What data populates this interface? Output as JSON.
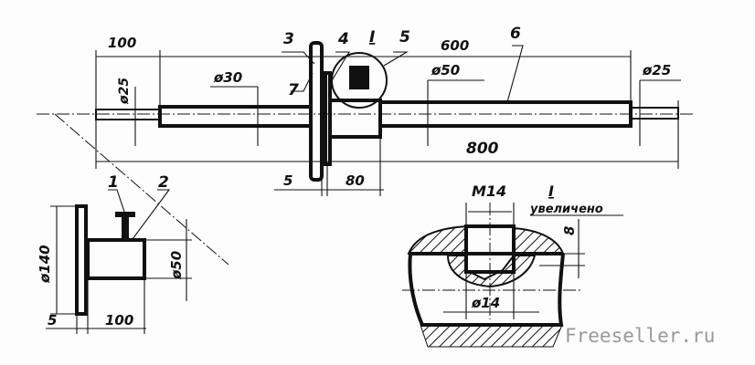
{
  "main_view": {
    "dim_left_length": "100",
    "dim_left_diameter": "ø25",
    "dim_mid_diameter": "ø30",
    "callout_3": "3",
    "callout_4": "4",
    "callout_detail": "I",
    "callout_5": "5",
    "dim_600": "600",
    "callout_6": "6",
    "dim_right_diameter": "ø50",
    "dim_end_diameter": "ø25",
    "callout_7": "7",
    "dim_total": "800",
    "dim_disc": "5",
    "dim_hub": "80"
  },
  "side_view": {
    "callout_1": "1",
    "callout_2": "2",
    "dim_disc_diameter": "ø140",
    "dim_hub_diameter": "ø50",
    "dim_thickness": "5",
    "dim_length": "100"
  },
  "detail_view": {
    "thread": "M14",
    "title": "I",
    "subtitle": "увеличено",
    "dim_depth": "8",
    "dim_hole": "ø14"
  },
  "watermark": "Freeseller.ru"
}
